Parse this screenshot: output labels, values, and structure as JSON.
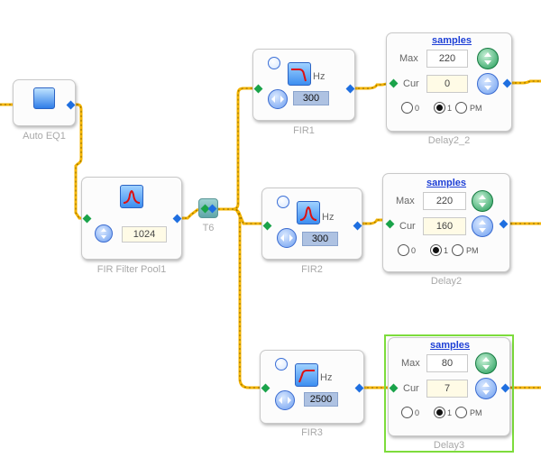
{
  "blocks": {
    "auto_eq1": {
      "caption": "Auto EQ1"
    },
    "fir_filter_pool1": {
      "caption": "FIR Filter Pool1",
      "value": "1024"
    },
    "t6": {
      "caption": "T6"
    },
    "fir1": {
      "caption": "FIR1",
      "unit": "Hz",
      "freq": "300"
    },
    "fir2": {
      "caption": "FIR2",
      "unit": "Hz",
      "freq": "300"
    },
    "fir3": {
      "caption": "FIR3",
      "unit": "Hz",
      "freq": "2500"
    },
    "delay2_2": {
      "caption": "Delay2_2",
      "link": "samples",
      "max_label": "Max",
      "max": "220",
      "cur_label": "Cur",
      "cur": "0",
      "radio": [
        "0",
        "1",
        "PM"
      ],
      "selected_radio": "1"
    },
    "delay2": {
      "caption": "Delay2",
      "link": "samples",
      "max_label": "Max",
      "max": "220",
      "cur_label": "Cur",
      "cur": "160",
      "radio": [
        "0",
        "1",
        "PM"
      ],
      "selected_radio": "1"
    },
    "delay3": {
      "caption": "Delay3",
      "link": "samples",
      "max_label": "Max",
      "max": "80",
      "cur_label": "Cur",
      "cur": "7",
      "radio": [
        "0",
        "1",
        "PM"
      ],
      "selected_radio": "1"
    }
  },
  "colors": {
    "wire": "#f4b400",
    "wire_dash": "#8a6a00",
    "port_in": "#1aa34a",
    "port_out": "#1f6fe0",
    "selection": "#7ddc3c"
  }
}
